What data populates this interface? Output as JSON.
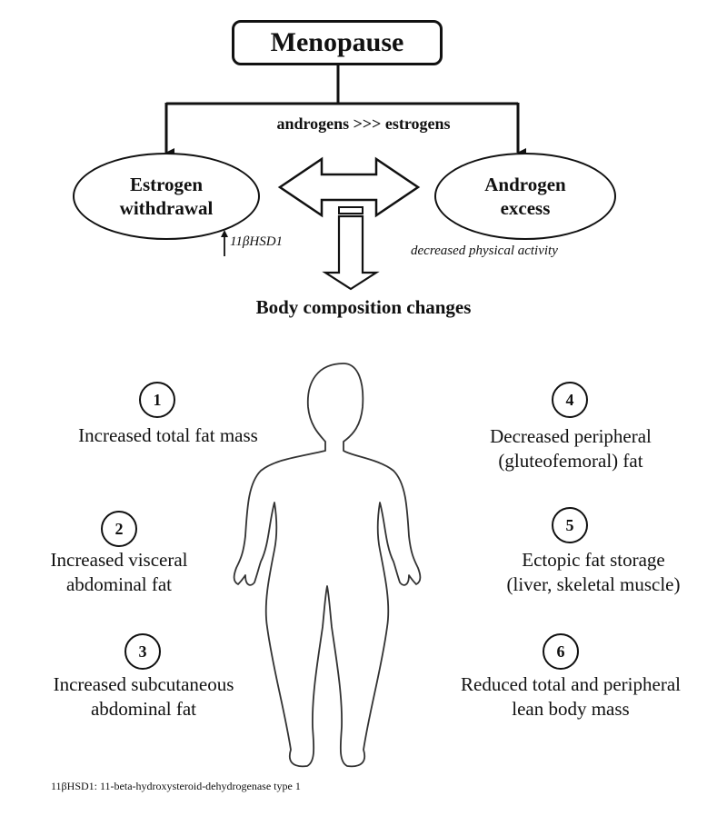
{
  "diagram": {
    "title": "Menopause",
    "ratio_label": "androgens >>> estrogens",
    "left_node": {
      "line1": "Estrogen",
      "line2": "withdrawal"
    },
    "right_node": {
      "line1": "Androgen",
      "line2": "excess"
    },
    "enzyme_note": "11βHSD1",
    "activity_note": "decreased physical activity",
    "outcome_label": "Body composition changes",
    "effects": [
      {
        "number": "1",
        "lines": [
          "Increased total fat mass"
        ]
      },
      {
        "number": "2",
        "lines": [
          "Increased visceral",
          "abdominal fat"
        ]
      },
      {
        "number": "3",
        "lines": [
          "Increased subcutaneous",
          "abdominal fat"
        ]
      },
      {
        "number": "4",
        "lines": [
          "Decreased peripheral",
          "(gluteofemoral) fat"
        ]
      },
      {
        "number": "5",
        "lines": [
          "Ectopic fat storage",
          "(liver, skeletal muscle)"
        ]
      },
      {
        "number": "6",
        "lines": [
          "Reduced total and peripheral",
          "lean body mass"
        ]
      }
    ],
    "footnote": "11βHSD1: 11-beta-hydroxysteroid-dehydrogenase type 1"
  }
}
